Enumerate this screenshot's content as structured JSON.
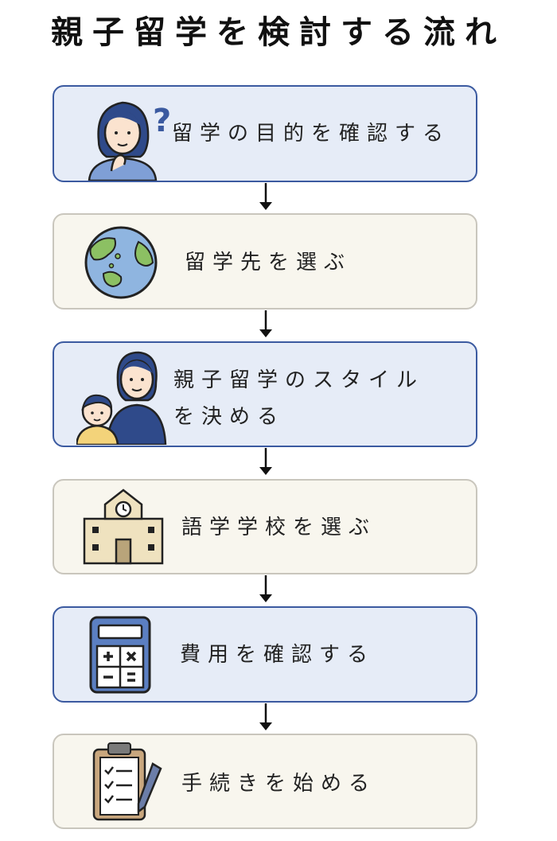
{
  "title": "親子留学を検討する流れ",
  "steps": [
    {
      "label": "留学の目的を確認する",
      "icon": "thinking-woman-icon"
    },
    {
      "label": "留学先を選ぶ",
      "icon": "globe-icon"
    },
    {
      "label_line1": "親子留学のスタイル",
      "label_line2": "を決める",
      "icon": "parent-child-icon"
    },
    {
      "label": "語学学校を選ぶ",
      "icon": "school-building-icon"
    },
    {
      "label": "費用を確認する",
      "icon": "calculator-icon"
    },
    {
      "label": "手続きを始める",
      "icon": "clipboard-icon"
    }
  ],
  "colors": {
    "blue_fill": "#e6ecf7",
    "blue_border": "#3b5aa0",
    "cream_fill": "#f8f6ee",
    "cream_border": "#c9c6bd"
  }
}
